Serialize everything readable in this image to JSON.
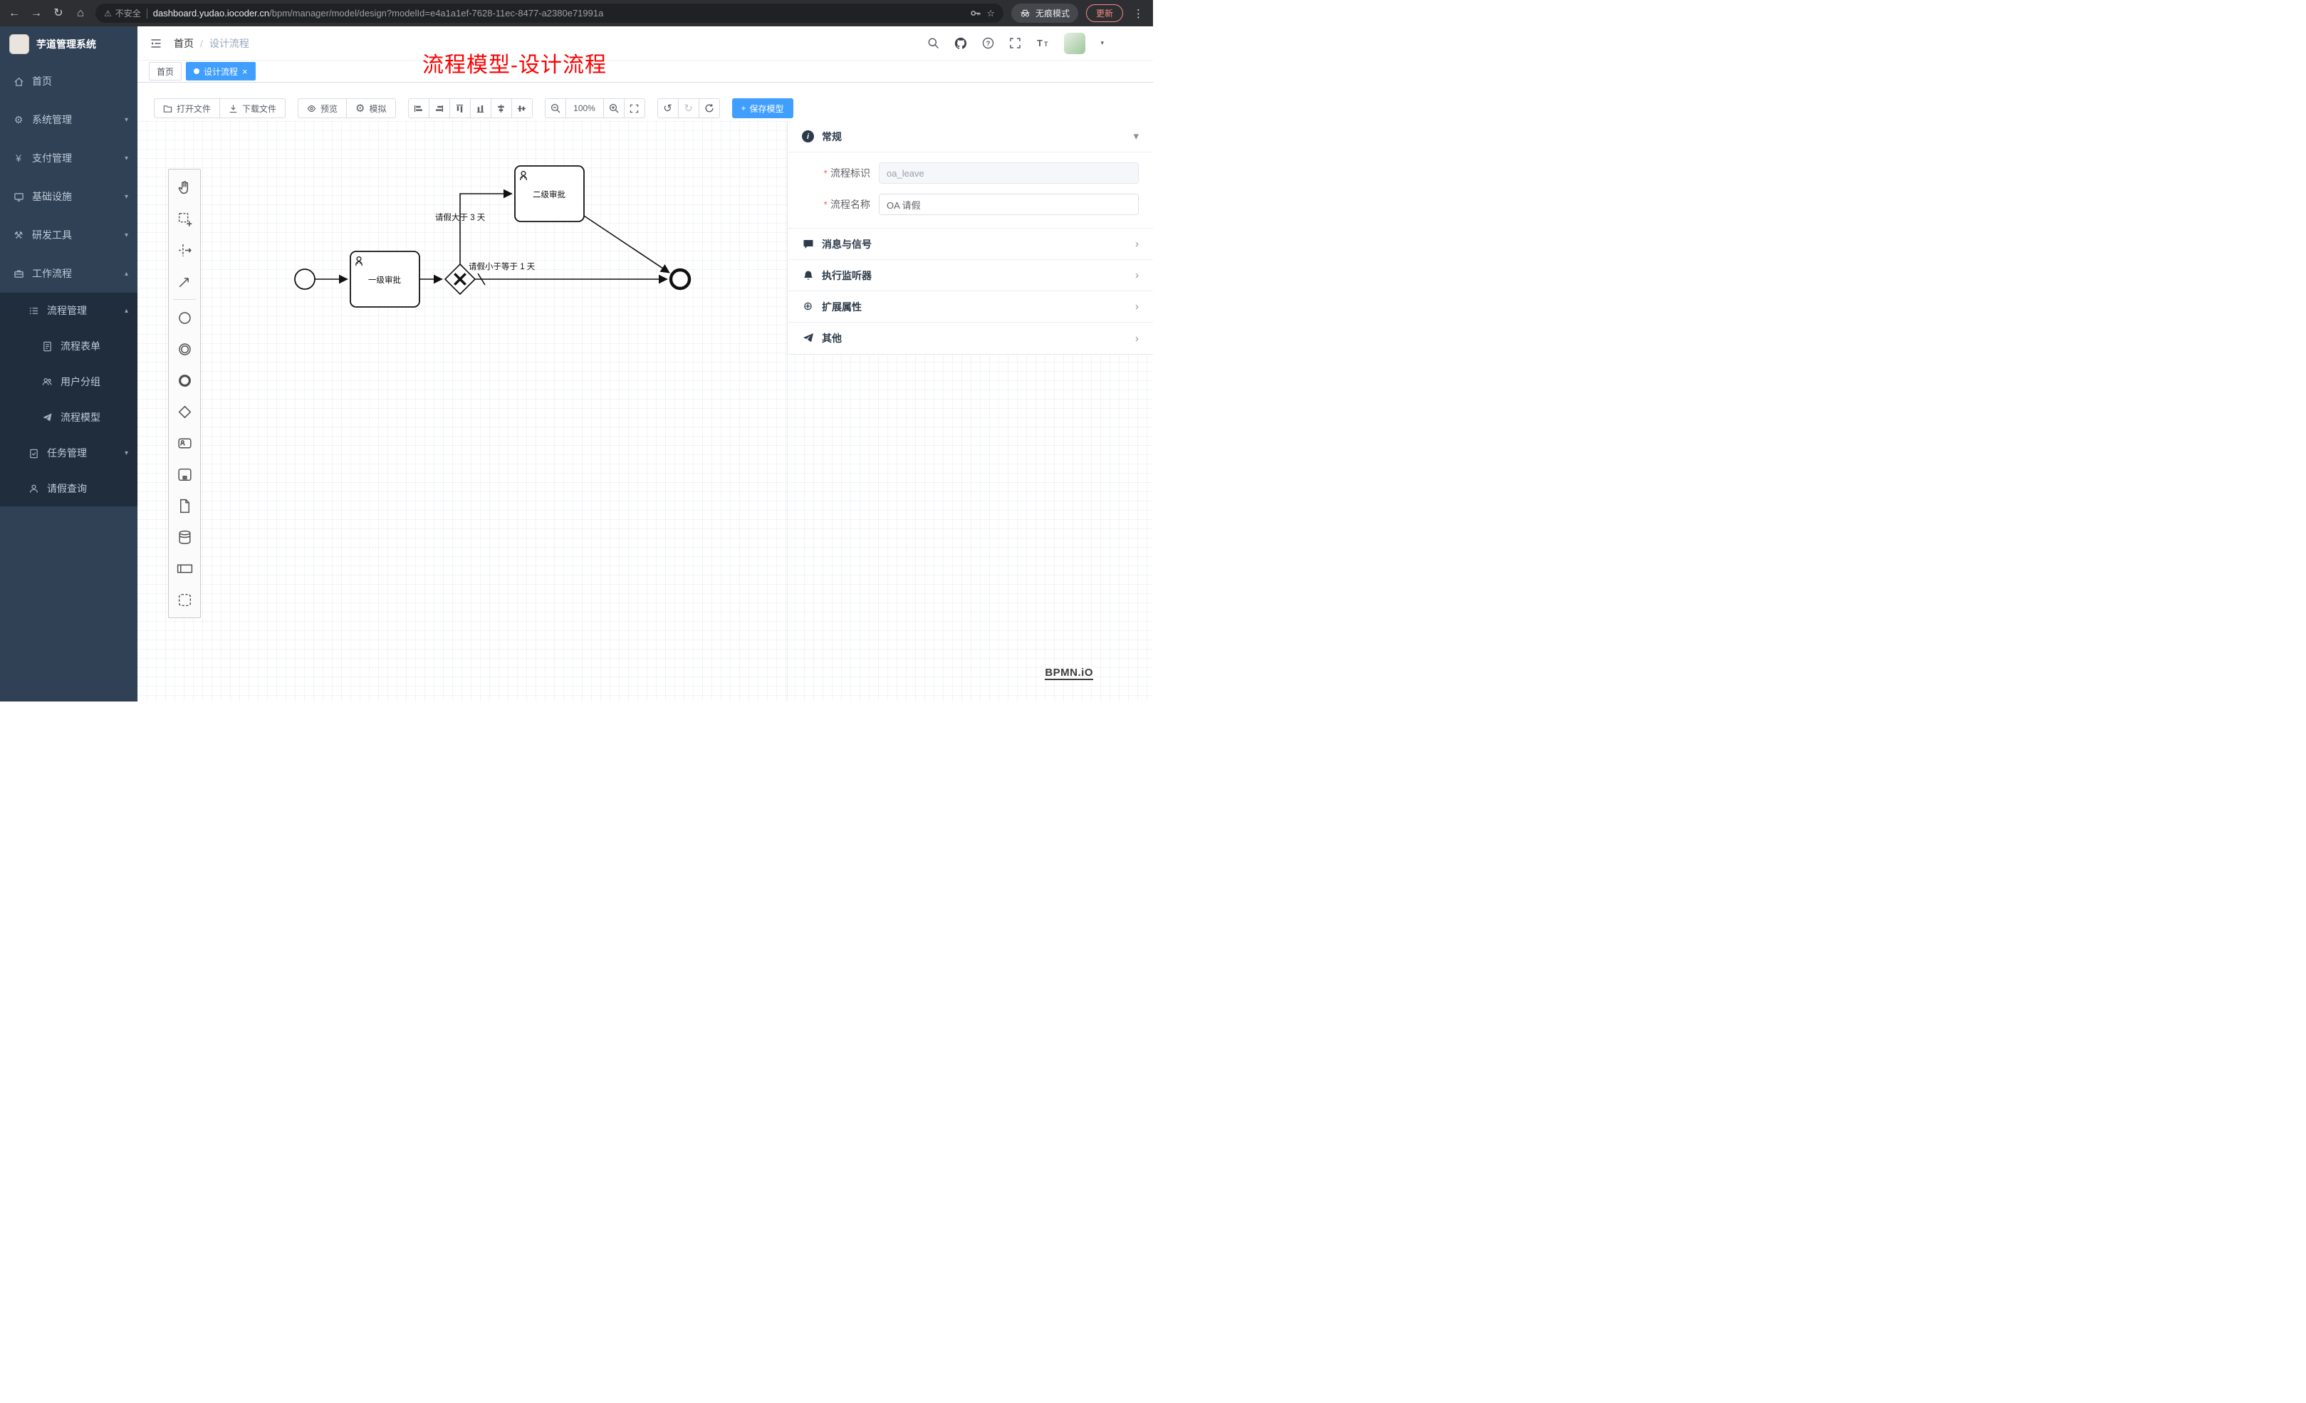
{
  "browser": {
    "security_label": "不安全",
    "url_host": "dashboard.yudao.iocoder.cn",
    "url_path": "/bpm/manager/model/design?modelId=e4a1a1ef-7628-11ec-8477-a2380e71991a",
    "incognito_label": "无痕模式",
    "update_label": "更新"
  },
  "sidebar": {
    "brand": "芋道管理系统",
    "menu": [
      {
        "label": "首页"
      },
      {
        "label": "系统管理"
      },
      {
        "label": "支付管理"
      },
      {
        "label": "基础设施"
      },
      {
        "label": "研发工具"
      },
      {
        "label": "工作流程"
      },
      {
        "label": "流程管理"
      },
      {
        "label": "流程表单"
      },
      {
        "label": "用户分组"
      },
      {
        "label": "流程模型"
      },
      {
        "label": "任务管理"
      },
      {
        "label": "请假查询"
      }
    ]
  },
  "header": {
    "breadcrumb_home": "首页",
    "breadcrumb_current": "设计流程",
    "annotation": "流程模型-设计流程"
  },
  "tabs": {
    "home": "首页",
    "active": "设计流程"
  },
  "toolbar": {
    "open": "打开文件",
    "download": "下载文件",
    "preview": "预览",
    "simulate": "模拟",
    "zoom_level": "100%",
    "save": "保存模型"
  },
  "diagram": {
    "task1": "一级审批",
    "task2": "二级审批",
    "flow_gt": "请假大于 3 天",
    "flow_le": "请假小于等于 1 天"
  },
  "properties": {
    "general_title": "常规",
    "field_key_label": "流程标识",
    "field_key_value": "oa_leave",
    "field_name_label": "流程名称",
    "field_name_value": "OA 请假",
    "sections": [
      {
        "title": "消息与信号"
      },
      {
        "title": "执行监听器"
      },
      {
        "title": "扩展属性"
      },
      {
        "title": "其他"
      }
    ]
  },
  "watermark": "BPMN.iO"
}
